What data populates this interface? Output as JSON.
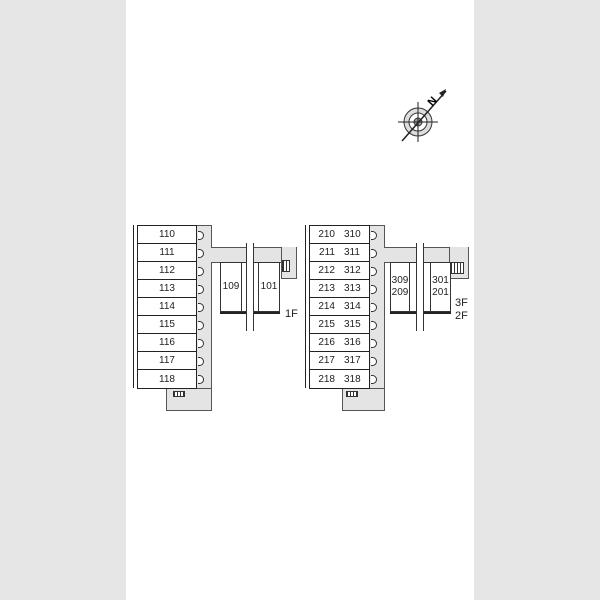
{
  "floor1": {
    "units": [
      "110",
      "111",
      "112",
      "113",
      "114",
      "115",
      "116",
      "117",
      "118"
    ],
    "branch_units": [
      "109",
      "101"
    ],
    "floor_label": "1F"
  },
  "floor23": {
    "units": [
      [
        "210",
        "310"
      ],
      [
        "211",
        "311"
      ],
      [
        "212",
        "312"
      ],
      [
        "213",
        "313"
      ],
      [
        "214",
        "314"
      ],
      [
        "215",
        "315"
      ],
      [
        "216",
        "316"
      ],
      [
        "217",
        "317"
      ],
      [
        "218",
        "318"
      ]
    ],
    "branch_units": [
      [
        "309",
        "209"
      ],
      [
        "301",
        "201"
      ]
    ],
    "floor_labels": [
      "3F",
      "2F"
    ]
  },
  "compass": {
    "label": "N"
  }
}
